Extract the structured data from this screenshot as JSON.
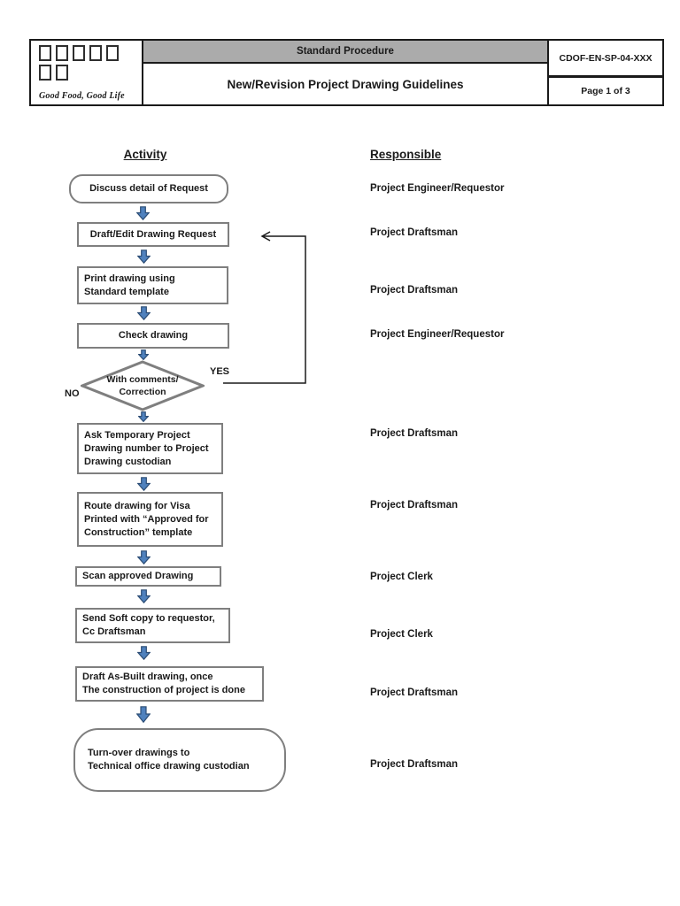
{
  "header": {
    "banner": "Standard Procedure",
    "title": "New/Revision Project Drawing Guidelines",
    "doc_code": "CDOF-EN-SP-04-XXX",
    "page_label": "Page 1 of 3",
    "logo": {
      "row1_boxes": 5,
      "row2_boxes": 2,
      "tagline": "Good Food, Good Life"
    }
  },
  "columns": {
    "activity": "Activity",
    "responsible": "Responsible"
  },
  "flow": {
    "steps": [
      {
        "text": "Discuss detail of Request",
        "responsible": "Project Engineer/Requestor"
      },
      {
        "text": "Draft/Edit Drawing Request",
        "responsible": "Project Draftsman"
      },
      {
        "text": "Print drawing using\nStandard template",
        "responsible": "Project Draftsman"
      },
      {
        "text": "Check drawing",
        "responsible": "Project Engineer/Requestor"
      },
      {
        "text": "Ask Temporary Project\nDrawing number to Project\nDrawing custodian",
        "responsible": "Project Draftsman"
      },
      {
        "text": "Route drawing for Visa\nPrinted with “Approved for\nConstruction” template",
        "responsible": "Project Draftsman"
      },
      {
        "text": "Scan approved Drawing",
        "responsible": "Project Clerk"
      },
      {
        "text": "Send Soft copy to requestor,\nCc Draftsman",
        "responsible": "Project Clerk"
      },
      {
        "text": "Draft As-Built drawing, once\nThe construction of project is done",
        "responsible": "Project Draftsman"
      },
      {
        "text": "Turn-over drawings to\nTechnical office drawing custodian",
        "responsible": "Project Draftsman"
      }
    ],
    "decision": {
      "text": "With comments/\nCorrection",
      "yes_label": "YES",
      "no_label": "NO"
    }
  },
  "colors": {
    "arrow_fill": "#4F81BD",
    "arrow_stroke": "#2C4D75",
    "box_border": "#7F7F7F",
    "banner_bg": "#ABABAB"
  }
}
